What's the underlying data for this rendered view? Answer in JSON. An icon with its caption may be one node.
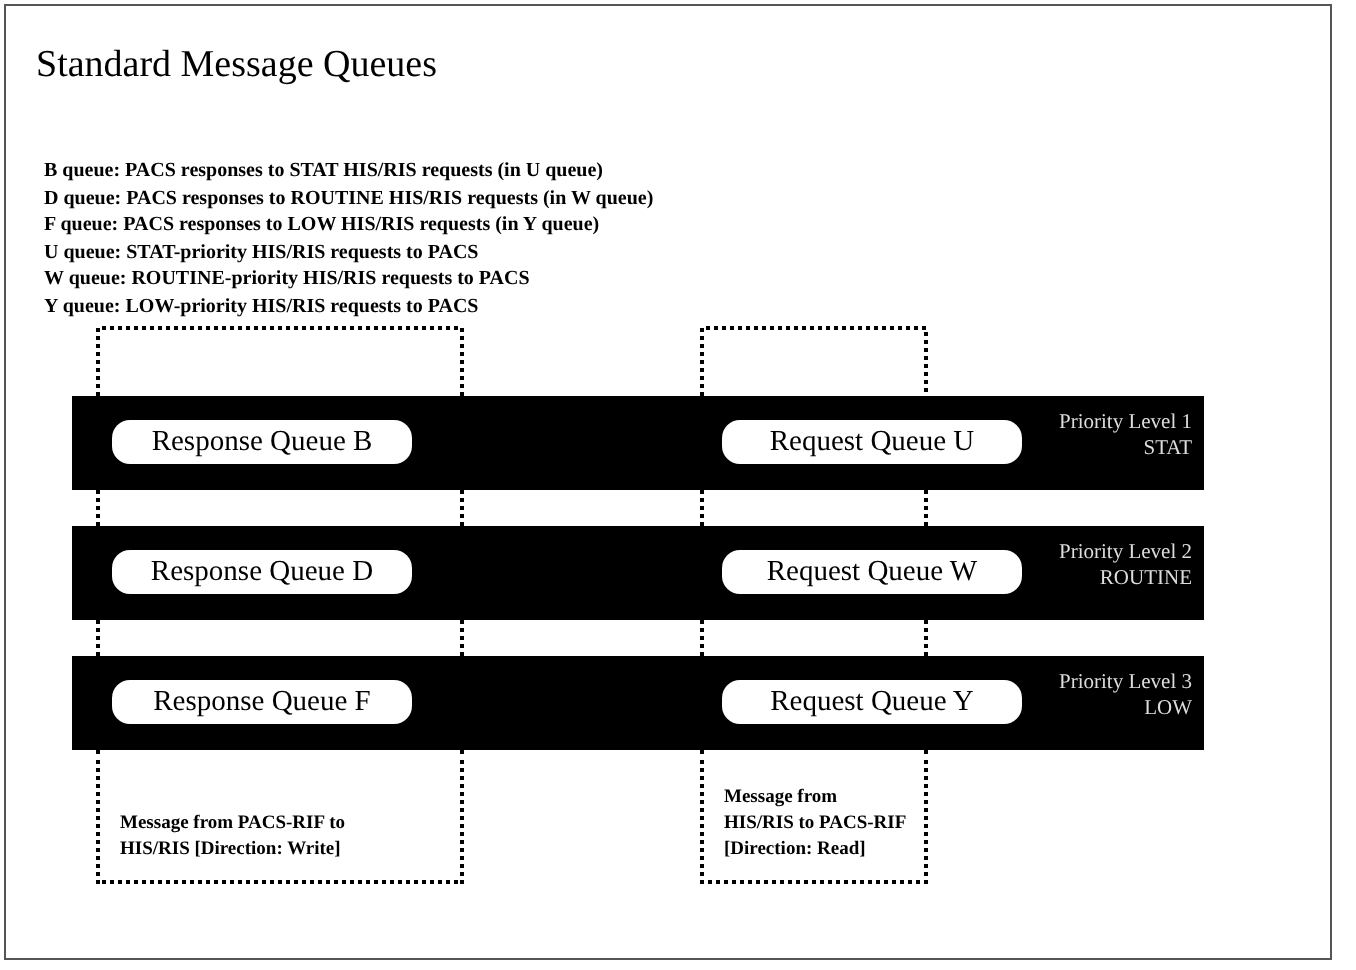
{
  "diagram": {
    "title": "Standard Message Queues",
    "nodes": [
      {
        "text": [
          "Priority Level 1",
          "STAT"
        ]
      },
      {
        "text": [
          "Response Queue B"
        ],
        "in": 0
      },
      {
        "text": [
          "Request Queue U"
        ],
        "in": 0
      },
      {
        "text": [
          "Priority Level 2",
          "ROUTINE"
        ]
      },
      {
        "text": [
          "Response Queue D"
        ],
        "in": 3
      },
      {
        "text": [
          "Request Queue W"
        ],
        "in": 3
      },
      {
        "text": [
          "Priority Level 3",
          "LOW"
        ]
      },
      {
        "text": [
          "Response Queue F"
        ],
        "in": 6
      },
      {
        "text": [
          "Request Queue Y"
        ],
        "in": 6
      },
      {
        "text": [
          "Message from PACS-RIF to HIS/RIS [Direction: Write]"
        ]
      },
      {
        "text": [
          "Message from HIS/RIS to PACS-RIF [Direction: Read]"
        ]
      }
    ],
    "labels": [
      "B queue: PACS responses to STAT HIS/RIS requests (in U queue)",
      "D queue: PACS responses to ROUTINE HIS/RIS requests (in W queue)",
      "F queue: PACS responses to LOW HIS/RIS requests (in Y queue)",
      "U queue: STAT-priority HIS/RIS requests to PACS",
      "W queue: ROUTINE-priority HIS/RIS requests to PACS",
      "Y queue: LOW-priority HIS/RIS requests to PACS"
    ]
  }
}
